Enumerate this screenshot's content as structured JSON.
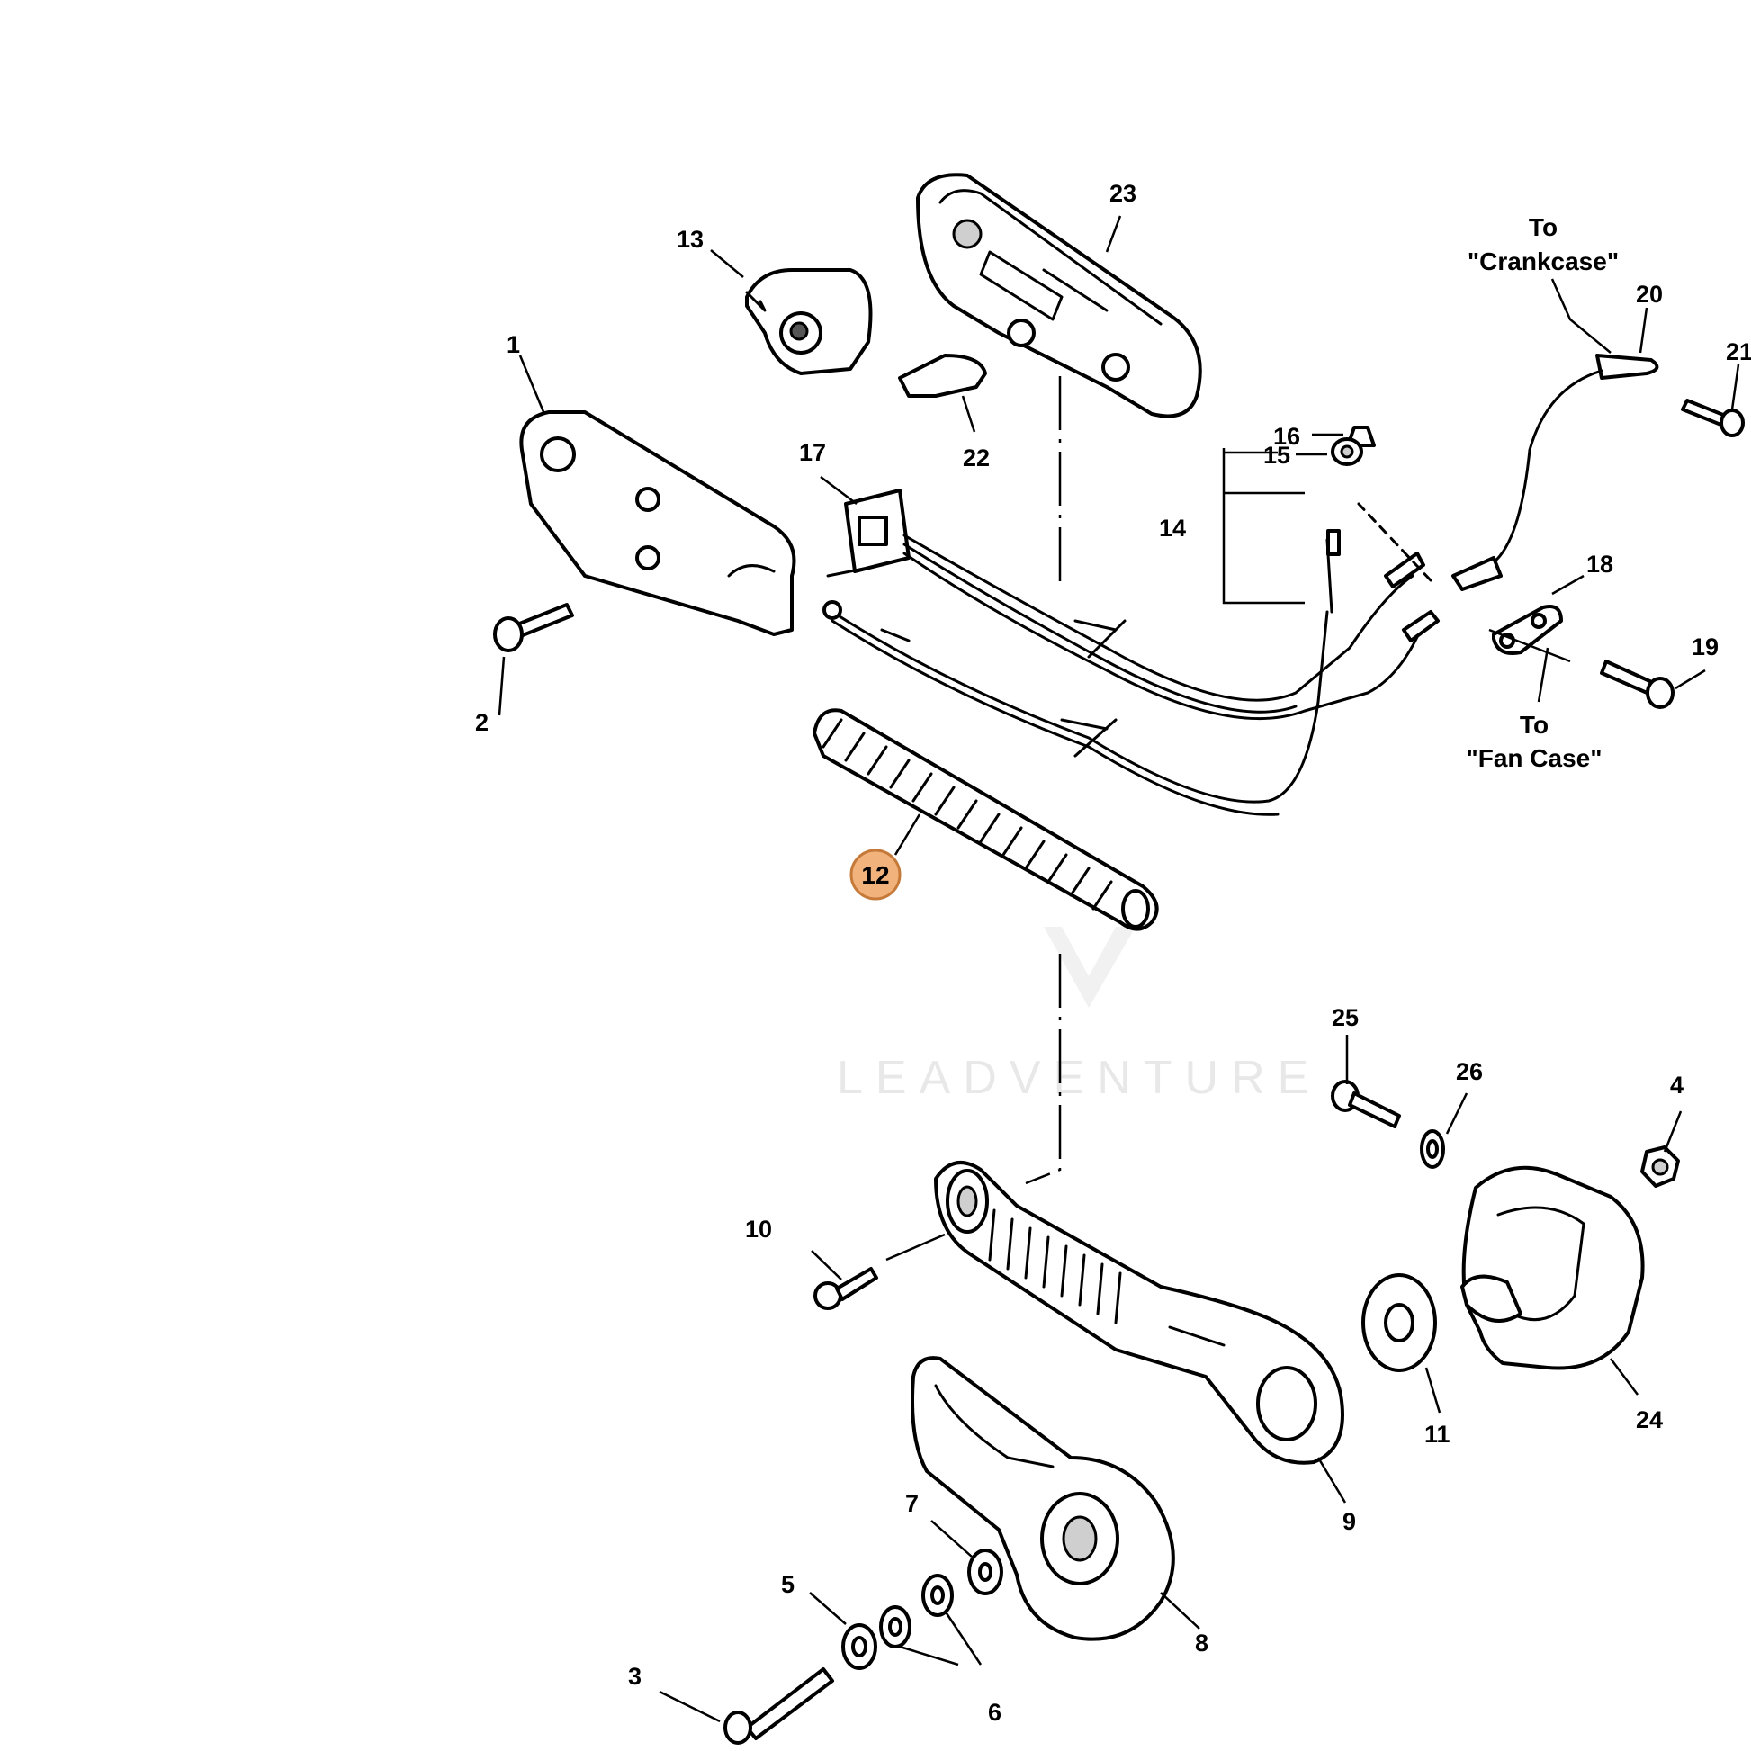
{
  "labels": {
    "p1": "1",
    "p2": "2",
    "p3": "3",
    "p4": "4",
    "p5": "5",
    "p6": "6",
    "p7": "7",
    "p8": "8",
    "p9": "9",
    "p10": "10",
    "p11": "11",
    "p13": "13",
    "p14": "14",
    "p15": "15",
    "p16": "16",
    "p17": "17",
    "p18": "18",
    "p19": "19",
    "p20": "20",
    "p21": "21",
    "p22": "22",
    "p23": "23",
    "p24": "24",
    "p25": "25",
    "p26": "26"
  },
  "highlight": {
    "label": "12",
    "fill": "#f2b27c",
    "stroke": "#c57a3a"
  },
  "notes": {
    "crankcase_to": "To",
    "crankcase": "\"Crankcase\"",
    "fancase_to": "To",
    "fancase": "\"Fan Case\""
  },
  "watermark": "LEADVENTURE"
}
